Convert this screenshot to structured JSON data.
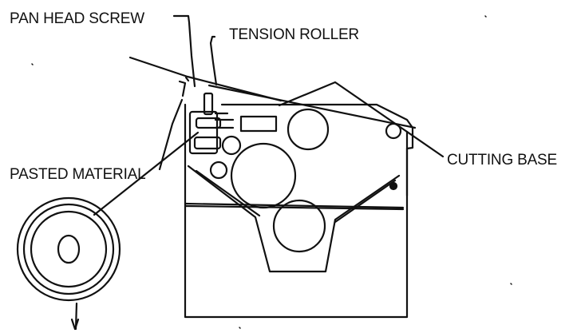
{
  "labels": {
    "pan_head_screw": "PAN HEAD SCREW",
    "tension_roller": "TENSION ROLLER",
    "cutting_base": "CUTTING BASE",
    "pasted_material": "PASTED MATERIAL"
  },
  "colors": {
    "ink": "#111111",
    "background": "#ffffff"
  }
}
